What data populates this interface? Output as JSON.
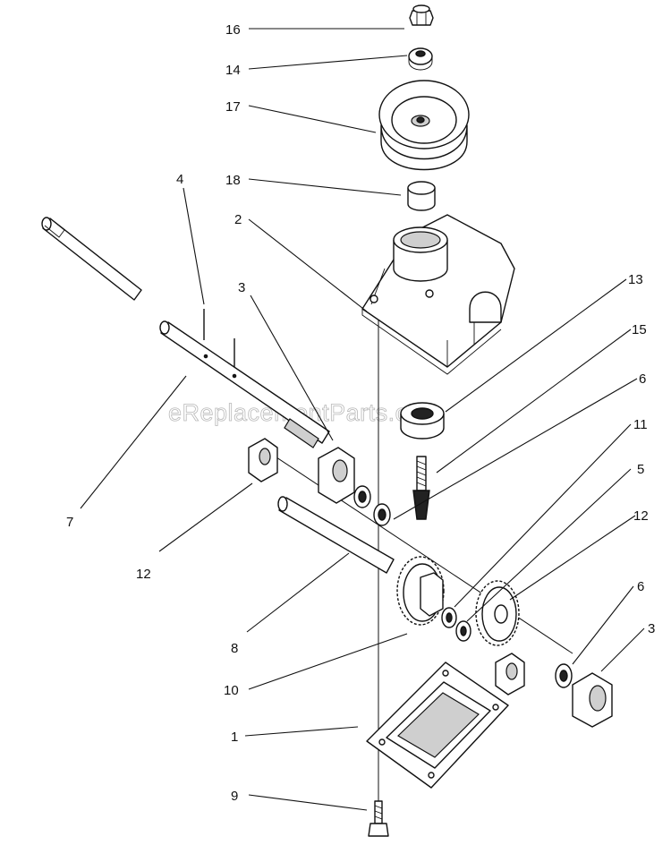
{
  "watermark": "eReplacementParts.com",
  "callouts": [
    {
      "id": "c16",
      "label": "16"
    },
    {
      "id": "c14",
      "label": "14"
    },
    {
      "id": "c17",
      "label": "17"
    },
    {
      "id": "c18",
      "label": "18"
    },
    {
      "id": "c2",
      "label": "2"
    },
    {
      "id": "c4",
      "label": "4"
    },
    {
      "id": "c3a",
      "label": "3"
    },
    {
      "id": "c13",
      "label": "13"
    },
    {
      "id": "c15",
      "label": "15"
    },
    {
      "id": "c6a",
      "label": "6"
    },
    {
      "id": "c11",
      "label": "11"
    },
    {
      "id": "c5",
      "label": "5"
    },
    {
      "id": "c12b",
      "label": "12"
    },
    {
      "id": "c7",
      "label": "7"
    },
    {
      "id": "c12a",
      "label": "12"
    },
    {
      "id": "c6b",
      "label": "6"
    },
    {
      "id": "c3b",
      "label": "3"
    },
    {
      "id": "c8",
      "label": "8"
    },
    {
      "id": "c10",
      "label": "10"
    },
    {
      "id": "c1",
      "label": "1"
    },
    {
      "id": "c9",
      "label": "9"
    }
  ]
}
